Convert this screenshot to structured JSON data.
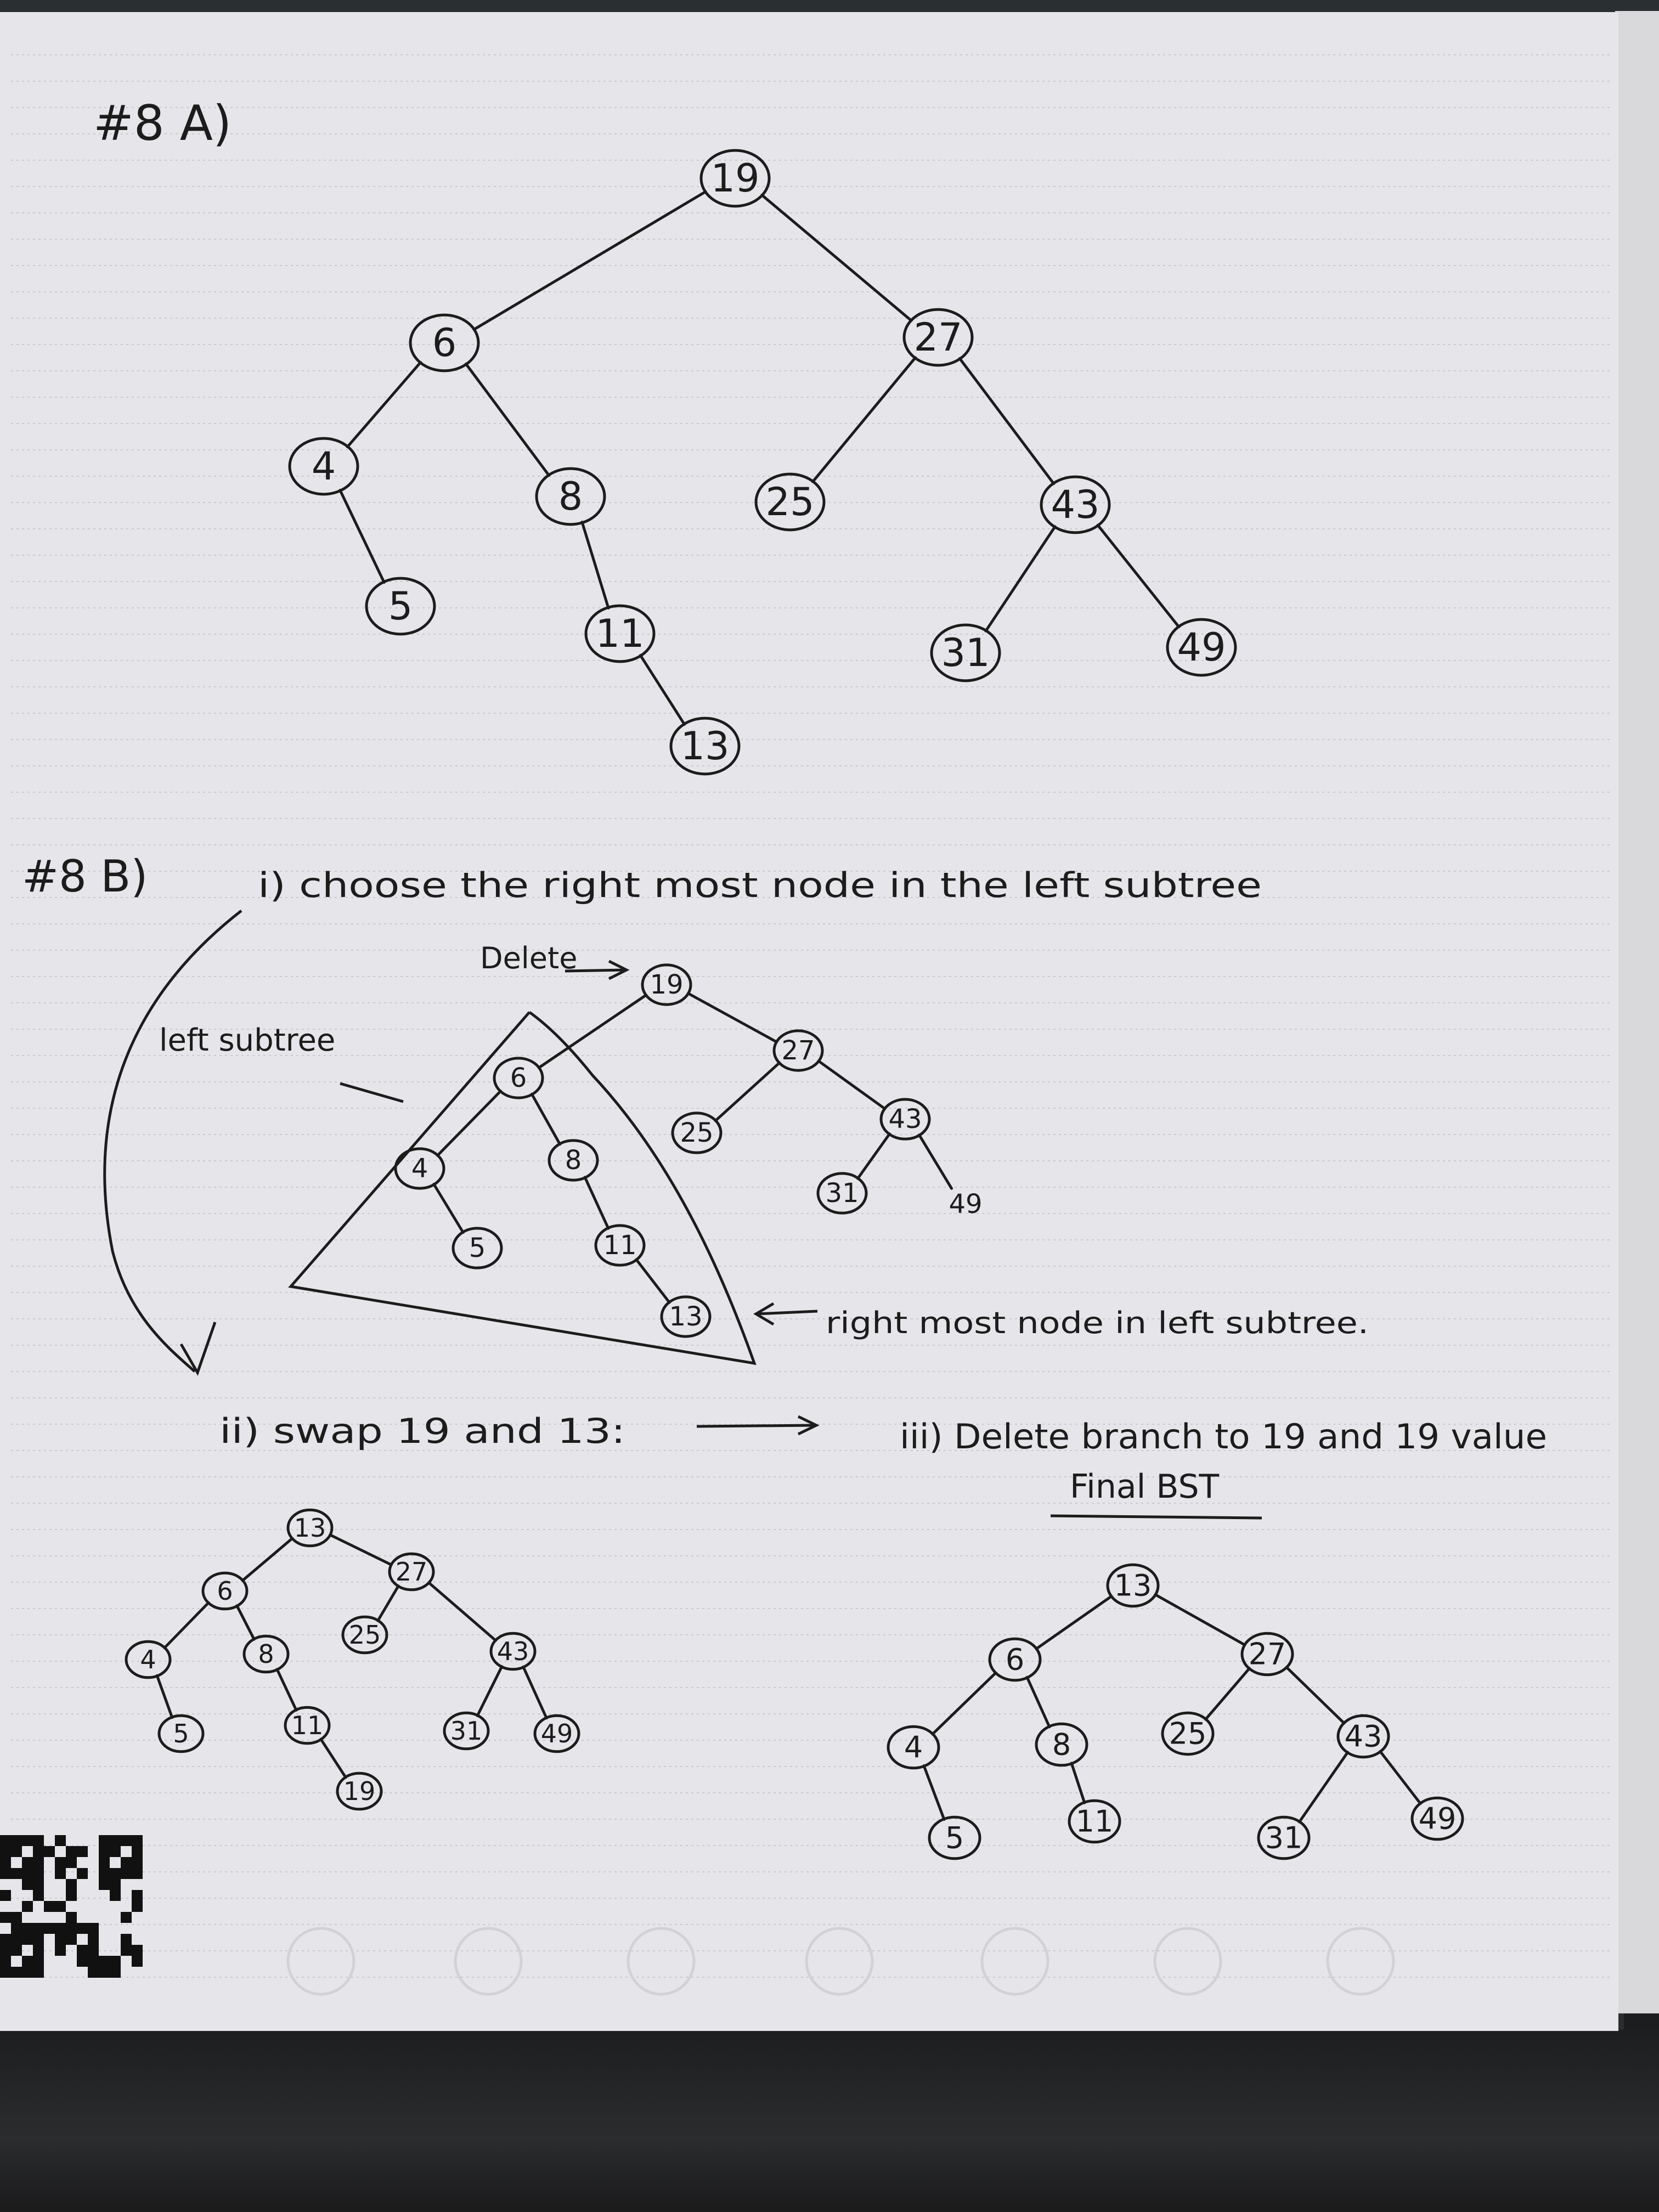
{
  "colors": {
    "ink": "#1c1c1c",
    "paper": "#e6e6ea",
    "rule_line": "#c9c9cf",
    "desk": "#222325"
  },
  "part_a": {
    "heading": "#8 A)",
    "tree": {
      "nodes": [
        {
          "id": "a19",
          "value": "19"
        },
        {
          "id": "a6",
          "value": "6"
        },
        {
          "id": "a27",
          "value": "27"
        },
        {
          "id": "a4",
          "value": "4"
        },
        {
          "id": "a8",
          "value": "8"
        },
        {
          "id": "a25",
          "value": "25"
        },
        {
          "id": "a43",
          "value": "43"
        },
        {
          "id": "a5",
          "value": "5"
        },
        {
          "id": "a11",
          "value": "11"
        },
        {
          "id": "a31",
          "value": "31"
        },
        {
          "id": "a49",
          "value": "49"
        },
        {
          "id": "a13",
          "value": "13"
        }
      ],
      "edges": [
        [
          "a19",
          "a6"
        ],
        [
          "a19",
          "a27"
        ],
        [
          "a6",
          "a4"
        ],
        [
          "a6",
          "a8"
        ],
        [
          "a4",
          "a5"
        ],
        [
          "a8",
          "a11"
        ],
        [
          "a11",
          "a13"
        ],
        [
          "a27",
          "a25"
        ],
        [
          "a27",
          "a43"
        ],
        [
          "a43",
          "a31"
        ],
        [
          "a43",
          "a49"
        ]
      ]
    }
  },
  "part_b": {
    "heading": "#8 B)",
    "step_i": "i) choose the right most node in the left subtree",
    "delete_label": "Delete",
    "left_subtree_label": "left subtree",
    "right_most_label": "right most node in left subtree.",
    "tree": {
      "nodes": [
        {
          "id": "b19",
          "value": "19"
        },
        {
          "id": "b6",
          "value": "6"
        },
        {
          "id": "b27",
          "value": "27"
        },
        {
          "id": "b4",
          "value": "4"
        },
        {
          "id": "b8",
          "value": "8"
        },
        {
          "id": "b25",
          "value": "25"
        },
        {
          "id": "b43",
          "value": "43"
        },
        {
          "id": "b5",
          "value": "5"
        },
        {
          "id": "b11",
          "value": "11"
        },
        {
          "id": "b31",
          "value": "31"
        },
        {
          "id": "b49",
          "value": "49"
        },
        {
          "id": "b13",
          "value": "13"
        }
      ],
      "edges": [
        [
          "b19",
          "b6"
        ],
        [
          "b19",
          "b27"
        ],
        [
          "b6",
          "b4"
        ],
        [
          "b6",
          "b8"
        ],
        [
          "b4",
          "b5"
        ],
        [
          "b8",
          "b11"
        ],
        [
          "b11",
          "b13"
        ],
        [
          "b27",
          "b25"
        ],
        [
          "b27",
          "b43"
        ],
        [
          "b43",
          "b31"
        ],
        [
          "b43",
          "b49"
        ]
      ]
    },
    "step_ii": "ii) swap 19 and 13:",
    "swap_tree": {
      "nodes": [
        {
          "id": "s13",
          "value": "13"
        },
        {
          "id": "s6",
          "value": "6"
        },
        {
          "id": "s27",
          "value": "27"
        },
        {
          "id": "s4",
          "value": "4"
        },
        {
          "id": "s8",
          "value": "8"
        },
        {
          "id": "s25",
          "value": "25"
        },
        {
          "id": "s43",
          "value": "43"
        },
        {
          "id": "s5",
          "value": "5"
        },
        {
          "id": "s11",
          "value": "11"
        },
        {
          "id": "s31",
          "value": "31"
        },
        {
          "id": "s49",
          "value": "49"
        },
        {
          "id": "s19",
          "value": "19"
        }
      ],
      "edges": [
        [
          "s13",
          "s6"
        ],
        [
          "s13",
          "s27"
        ],
        [
          "s6",
          "s4"
        ],
        [
          "s6",
          "s8"
        ],
        [
          "s4",
          "s5"
        ],
        [
          "s8",
          "s11"
        ],
        [
          "s11",
          "s19"
        ],
        [
          "s27",
          "s25"
        ],
        [
          "s27",
          "s43"
        ],
        [
          "s43",
          "s31"
        ],
        [
          "s43",
          "s49"
        ]
      ]
    },
    "step_iii": "iii) Delete branch to 19 and 19 value",
    "final_label": "Final BST",
    "final_tree": {
      "nodes": [
        {
          "id": "f13",
          "value": "13"
        },
        {
          "id": "f6",
          "value": "6"
        },
        {
          "id": "f27",
          "value": "27"
        },
        {
          "id": "f4",
          "value": "4"
        },
        {
          "id": "f8",
          "value": "8"
        },
        {
          "id": "f25",
          "value": "25"
        },
        {
          "id": "f43",
          "value": "43"
        },
        {
          "id": "f5",
          "value": "5"
        },
        {
          "id": "f11",
          "value": "11"
        },
        {
          "id": "f31",
          "value": "31"
        },
        {
          "id": "f49",
          "value": "49"
        }
      ],
      "edges": [
        [
          "f13",
          "f6"
        ],
        [
          "f13",
          "f27"
        ],
        [
          "f6",
          "f4"
        ],
        [
          "f6",
          "f8"
        ],
        [
          "f4",
          "f5"
        ],
        [
          "f8",
          "f11"
        ],
        [
          "f27",
          "f25"
        ],
        [
          "f27",
          "f43"
        ],
        [
          "f43",
          "f31"
        ],
        [
          "f43",
          "f49"
        ]
      ]
    }
  },
  "footer_icons": [
    "rocket-icon",
    "diamond-icon",
    "apple-icon",
    "bell-icon",
    "clover-icon",
    "star-icon",
    "horseshoe-icon"
  ]
}
